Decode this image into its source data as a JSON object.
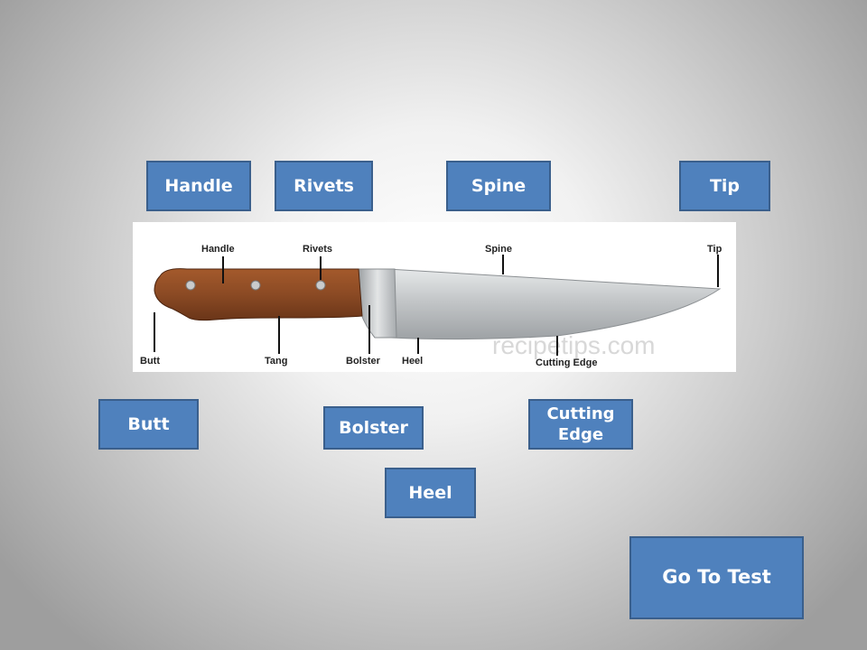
{
  "buttons": {
    "handle": "Handle",
    "rivets": "Rivets",
    "spine": "Spine",
    "tip": "Tip",
    "butt": "Butt",
    "bolster": "Bolster",
    "cutting_edge_line1": "Cutting",
    "cutting_edge_line2": "Edge",
    "heel": "Heel",
    "go_to_test": "Go To Test"
  },
  "diagram": {
    "labels": {
      "handle": "Handle",
      "rivets": "Rivets",
      "spine": "Spine",
      "tip": "Tip",
      "butt": "Butt",
      "tang": "Tang",
      "bolster": "Bolster",
      "heel": "Heel",
      "cutting_edge": "Cutting Edge"
    },
    "watermark": "recipetips.com"
  },
  "colors": {
    "button_fill": "#4f81bd",
    "button_border": "#3a5f8c",
    "button_text": "#ffffff",
    "handle_wood": "#8b4a24",
    "blade_steel": "#c4c7c9"
  }
}
